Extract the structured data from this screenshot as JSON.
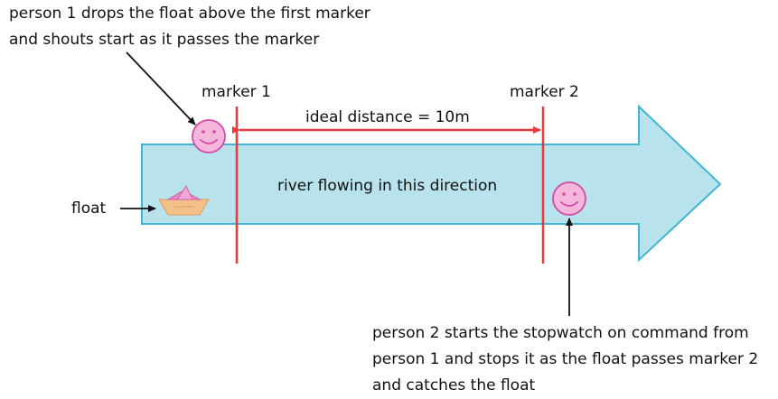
{
  "annotation_top": {
    "line1": "person 1 drops the float above the first marker",
    "line2": "and shouts start as it passes the marker"
  },
  "marker1_label": "marker 1",
  "marker2_label": "marker 2",
  "distance_label": "ideal distance = 10m",
  "river_label": "river flowing in this direction",
  "float_label": "float",
  "annotation_bottom": {
    "line1": "person 2 starts the stopwatch on command from",
    "line2": "person 1 and stops it as the float passes marker 2",
    "line3": "and catches the float"
  },
  "colors": {
    "river_fill": "#b8e2ec",
    "river_stroke": "#3fb6d6",
    "marker": "#e8393c",
    "face_fill": "#f5b6dc",
    "face_stroke": "#d24aa6"
  }
}
